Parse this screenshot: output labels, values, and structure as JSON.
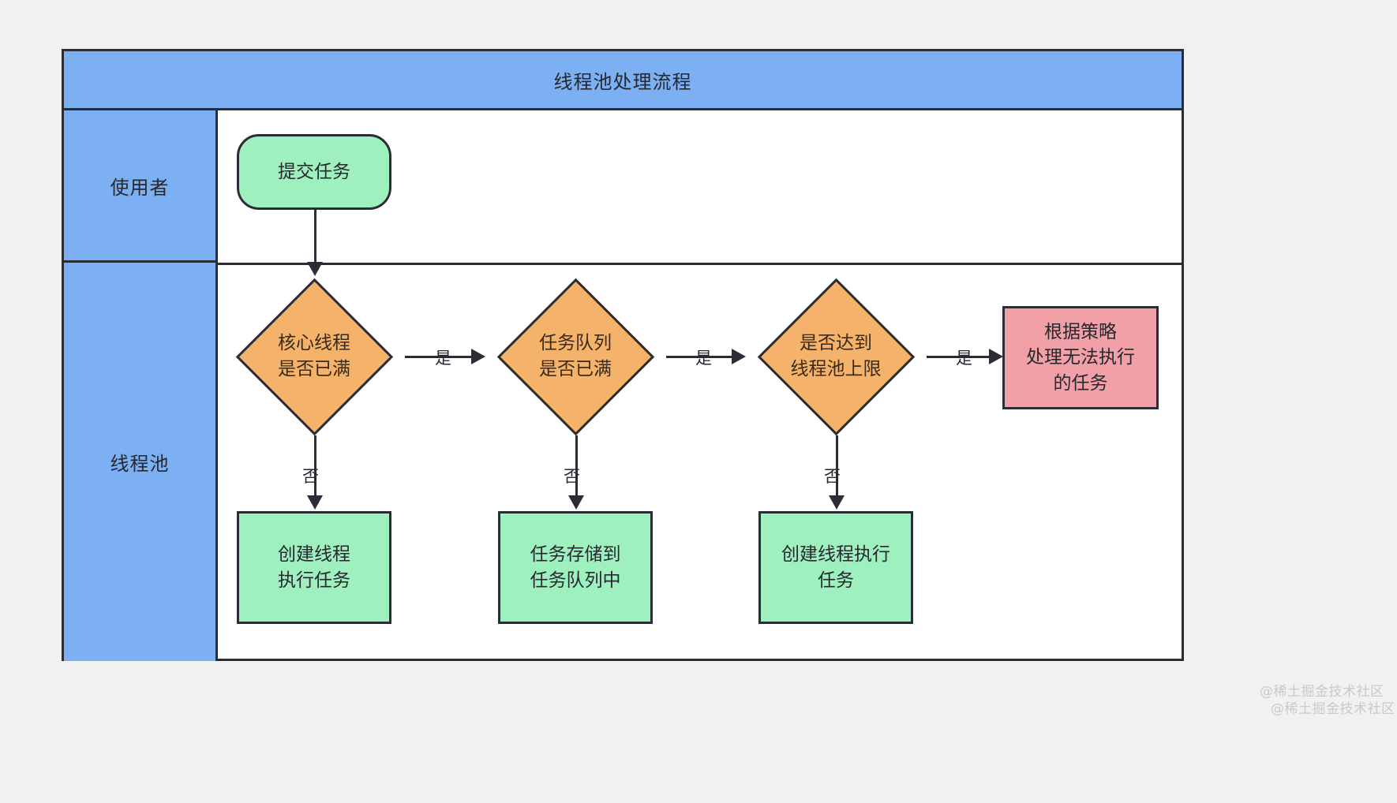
{
  "diagram": {
    "title": "线程池处理流程",
    "lanes": [
      {
        "label": "使用者"
      },
      {
        "label": "线程池"
      }
    ],
    "nodes": {
      "start": {
        "label": "提交任务",
        "shape": "stadium",
        "color": "#9ef0bf"
      },
      "decision1": {
        "line1": "核心线程",
        "line2": "是否已满",
        "shape": "diamond",
        "color": "#f4b26a"
      },
      "decision2": {
        "line1": "任务队列",
        "line2": "是否已满",
        "shape": "diamond",
        "color": "#f4b26a"
      },
      "decision3": {
        "line1": "是否达到",
        "line2": "线程池上限",
        "shape": "diamond",
        "color": "#f4b26a"
      },
      "reject": {
        "line1": "根据策略",
        "line2": "处理无法执行",
        "line3": "的任务",
        "shape": "rect",
        "color": "#f2a0a8"
      },
      "process1": {
        "line1": "创建线程",
        "line2": "执行任务",
        "shape": "rect",
        "color": "#9ef0bf"
      },
      "process2": {
        "line1": "任务存储到",
        "line2": "任务队列中",
        "shape": "rect",
        "color": "#9ef0bf"
      },
      "process3": {
        "line1": "创建线程执行",
        "line2": "任务",
        "shape": "rect",
        "color": "#9ef0bf"
      }
    },
    "edge_labels": {
      "yes1": "是",
      "yes2": "是",
      "yes3": "是",
      "no1": "否",
      "no2": "否",
      "no3": "否"
    },
    "colors": {
      "lane_header": "#7cb0f2",
      "stroke": "#2b2d36",
      "background": "#f1f1f1",
      "canvas": "#ffffff"
    }
  },
  "watermark": {
    "line1": "@稀土掘金技术社区",
    "line2": "@稀土掘金技术社区"
  }
}
